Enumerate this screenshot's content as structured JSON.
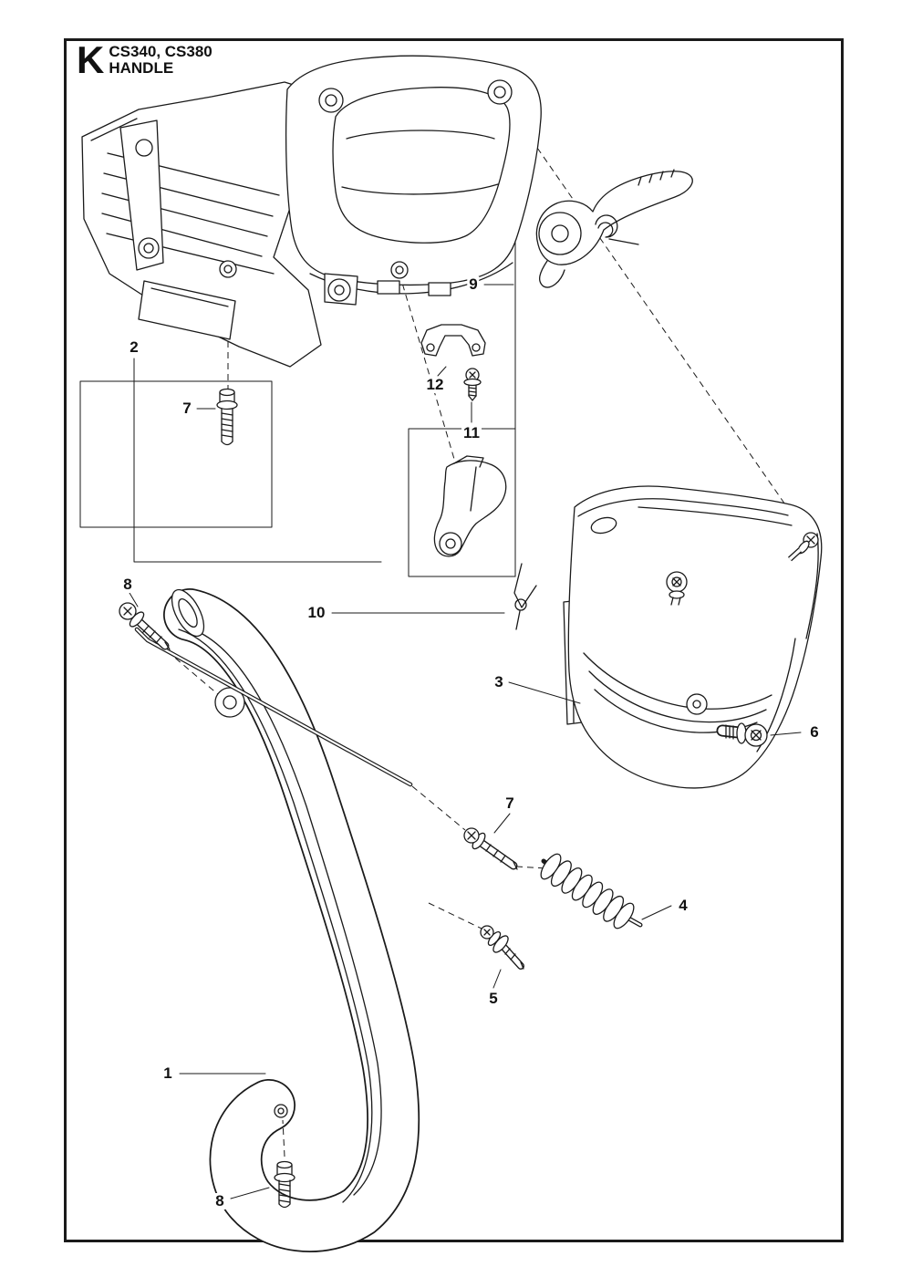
{
  "header": {
    "section_letter": "K",
    "models": "CS340, CS380",
    "title": "HANDLE"
  },
  "colors": {
    "line": "#1a1a1a",
    "background": "#ffffff"
  },
  "diagram": {
    "callouts": [
      {
        "label": "2"
      },
      {
        "label": "7"
      },
      {
        "label": "8"
      },
      {
        "label": "10"
      },
      {
        "label": "9"
      },
      {
        "label": "12"
      },
      {
        "label": "11"
      },
      {
        "label": "3"
      },
      {
        "label": "6"
      },
      {
        "label": "7"
      },
      {
        "label": "4"
      },
      {
        "label": "5"
      },
      {
        "label": "1"
      },
      {
        "label": "8"
      }
    ]
  }
}
